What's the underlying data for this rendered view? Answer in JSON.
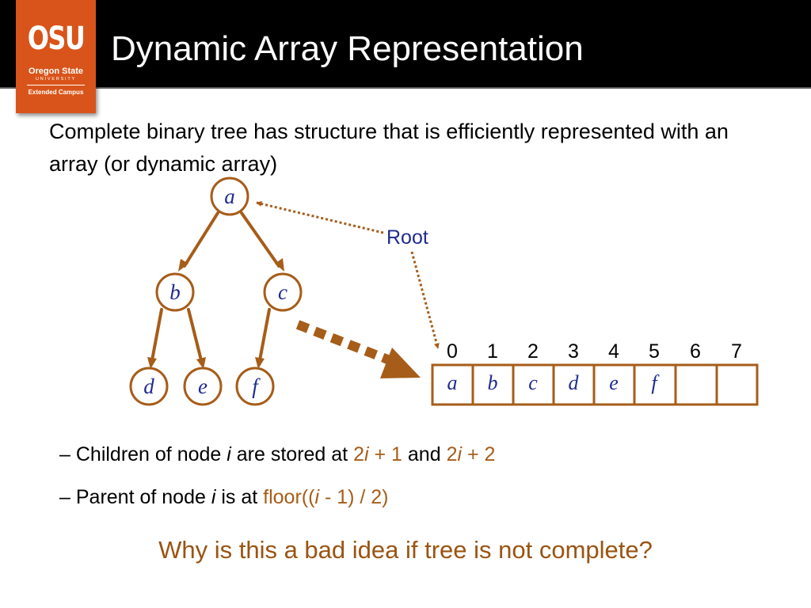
{
  "header": {
    "title": "Dynamic Array Representation",
    "logo": {
      "mark": "OSU",
      "name": "Oregon State",
      "university": "UNIVERSITY",
      "campus": "Extended Campus"
    }
  },
  "intro": "Complete binary tree has structure that is efficiently represented with an array (or dynamic array)",
  "tree": {
    "nodes": [
      "a",
      "b",
      "c",
      "d",
      "e",
      "f"
    ],
    "root_label": "Root"
  },
  "array": {
    "indices": [
      "0",
      "1",
      "2",
      "3",
      "4",
      "5",
      "6",
      "7"
    ],
    "cells": [
      "a",
      "b",
      "c",
      "d",
      "e",
      "f",
      "",
      ""
    ]
  },
  "bullets": {
    "dash": "–",
    "children": {
      "prefix": "Children of node ",
      "var": "i",
      "middle": " are stored at ",
      "f1_pre": "2",
      "f1_var": "i",
      "f1_post": " + 1",
      "and": " and ",
      "f2_pre": "2",
      "f2_var": "i",
      "f2_post": " + 2"
    },
    "parent": {
      "prefix": "Parent of node ",
      "var": "i",
      "middle": " is at ",
      "f_pre": "floor((",
      "f_var": "i",
      "f_post": " - 1) / 2)"
    }
  },
  "question": "Why is this a bad idea if tree is not complete?",
  "colors": {
    "header_bg": "#000000",
    "logo_orange": "#d9541a",
    "tree_brown": "#a65d19",
    "node_letter": "#1f2b8f",
    "question": "#9a5412"
  }
}
